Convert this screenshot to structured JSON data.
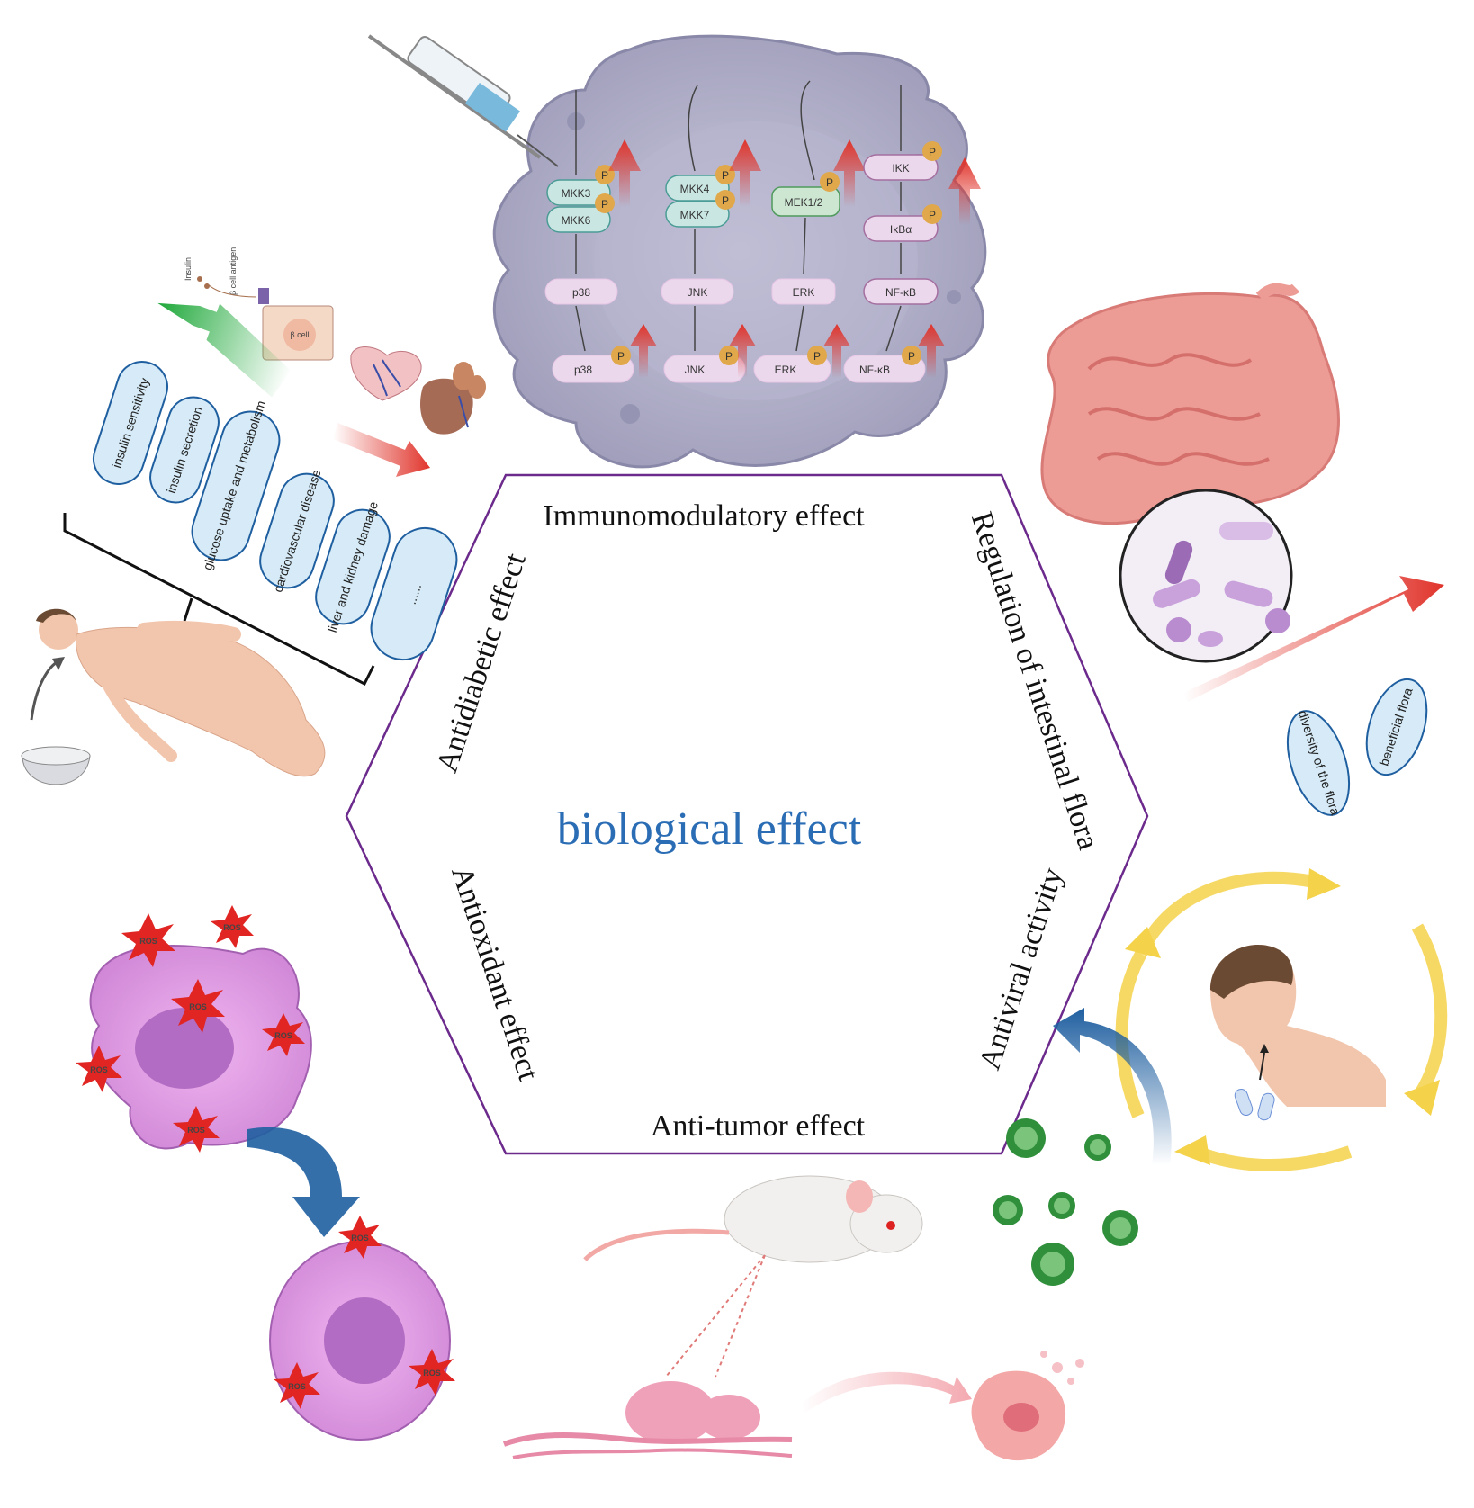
{
  "center": {
    "title": "biological effect",
    "title_color": "#2a6db5"
  },
  "hexagon": {
    "top": "Immunomodulatory effect",
    "upper_left": "Antidiabetic effect",
    "upper_right": "Regulation of intestinal flora",
    "lower_left": "Antioxidant effect",
    "lower_right": "Antiviral activity",
    "bottom": "Anti-tumor effect",
    "stroke_color": "#6b2a8c"
  },
  "pathway": {
    "mkk3": "MKK3",
    "mkk6": "MKK6",
    "mkk4": "MKK4",
    "mkk7": "MKK7",
    "mek": "MEK1/2",
    "ikk": "IKK",
    "ikba": "IκBα",
    "p38": "p38",
    "jnk": "JNK",
    "erk": "ERK",
    "nfkb": "NF-κB",
    "p38_p": "p38",
    "jnk_p": "JNK",
    "erk_p": "ERK",
    "nfkb_p": "NF-κB",
    "phospho": "P"
  },
  "diabetes": {
    "pills": [
      "insulin sensitivity",
      "insulin secretion",
      "glucose uptake and metabolism",
      "cardiovascular disease",
      "liver and kidney damage",
      "......"
    ],
    "insulin": "Insulin",
    "antigen": "β cell antigen",
    "bcell": "β cell"
  },
  "flora": {
    "pills": [
      "beneficial flora",
      "diversity of the flora"
    ]
  },
  "antioxidant": {
    "ros": "ROS"
  },
  "colors": {
    "up_red": "#e0342b",
    "up_green": "#1fa83a",
    "cell_grey": "#a9a8c2",
    "virus_green": "#2f8f3b",
    "pill_blue": "#d6ebf7"
  }
}
